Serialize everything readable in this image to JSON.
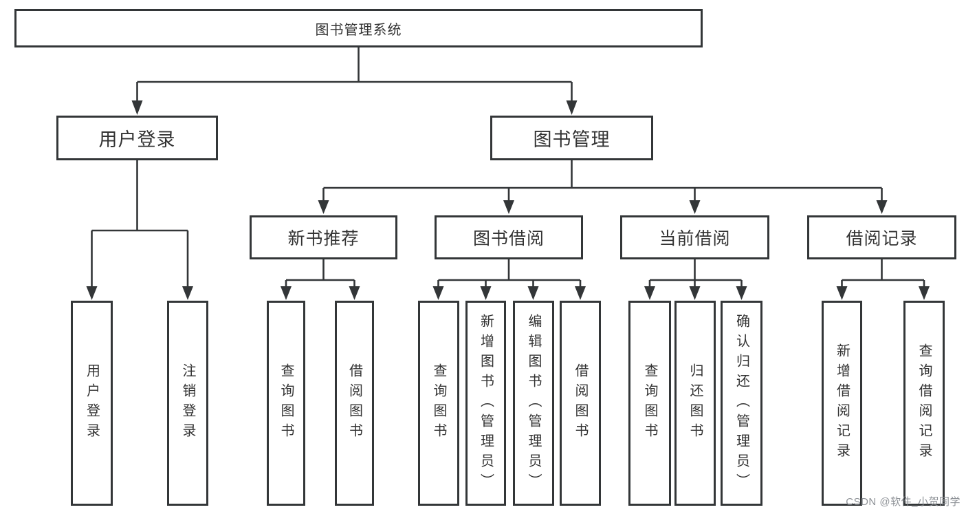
{
  "title": "图书管理系统",
  "watermark": "CSDN @软件_小贺同学",
  "colors": {
    "line": "#333638",
    "text": "#333333",
    "box_background": "#ffffff",
    "page_background": "#ffffff",
    "watermark": "#8e9297"
  },
  "nodes": {
    "root": {
      "label": "图书管理系统"
    },
    "user_login": {
      "label": "用户登录"
    },
    "book_mgmt": {
      "label": "图书管理"
    },
    "new_book_rec": {
      "label": "新书推荐"
    },
    "book_borrow": {
      "label": "图书借阅"
    },
    "current_borrow": {
      "label": "当前借阅"
    },
    "borrow_records": {
      "label": "借阅记录"
    },
    "leaf_user_login": {
      "label": "用户登录"
    },
    "leaf_logout": {
      "label": "注销登录"
    },
    "leaf_rec_query_books": {
      "label": "查询图书"
    },
    "leaf_rec_borrow_books": {
      "label": "借阅图书"
    },
    "leaf_bb_query_books": {
      "label": "查询图书"
    },
    "leaf_bb_add_books": {
      "label": "新增图书（管理员）"
    },
    "leaf_bb_edit_books": {
      "label": "编辑图书（管理员）"
    },
    "leaf_bb_borrow_books": {
      "label": "借阅图书"
    },
    "leaf_cb_query_books": {
      "label": "查询图书"
    },
    "leaf_cb_return_books": {
      "label": "归还图书"
    },
    "leaf_cb_confirm_return": {
      "label": "确认归还（管理员）"
    },
    "leaf_br_add_record": {
      "label": "新增借阅记录"
    },
    "leaf_br_query_record": {
      "label": "查询借阅记录"
    }
  },
  "edges": [
    {
      "from": "图书管理系统",
      "to": [
        "用户登录",
        "图书管理"
      ]
    },
    {
      "from": "用户登录",
      "to": [
        "用户登录",
        "注销登录"
      ]
    },
    {
      "from": "图书管理",
      "to": [
        "新书推荐",
        "图书借阅",
        "当前借阅",
        "借阅记录"
      ]
    },
    {
      "from": "新书推荐",
      "to": [
        "查询图书",
        "借阅图书"
      ]
    },
    {
      "from": "图书借阅",
      "to": [
        "查询图书",
        "新增图书（管理员）",
        "编辑图书（管理员）",
        "借阅图书"
      ]
    },
    {
      "from": "当前借阅",
      "to": [
        "查询图书",
        "归还图书",
        "确认归还（管理员）"
      ]
    },
    {
      "from": "借阅记录",
      "to": [
        "新增借阅记录",
        "查询借阅记录"
      ]
    }
  ]
}
